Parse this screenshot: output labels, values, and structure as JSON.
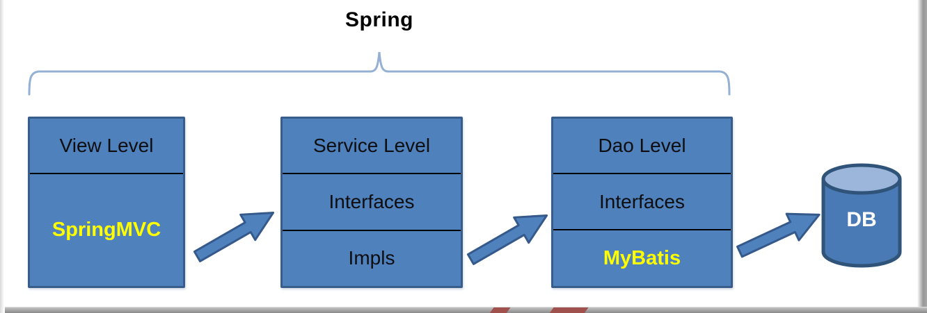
{
  "title": "Spring",
  "boxes": [
    {
      "name": "view-level",
      "rows": [
        {
          "label": "View Level",
          "emphasis": false
        },
        {
          "label": "SpringMVC",
          "emphasis": true
        }
      ]
    },
    {
      "name": "service-level",
      "rows": [
        {
          "label": "Service Level",
          "emphasis": false
        },
        {
          "label": "Interfaces",
          "emphasis": false
        },
        {
          "label": "Impls",
          "emphasis": false
        }
      ]
    },
    {
      "name": "dao-level",
      "rows": [
        {
          "label": "Dao Level",
          "emphasis": false
        },
        {
          "label": "Interfaces",
          "emphasis": false
        },
        {
          "label": "MyBatis",
          "emphasis": true
        }
      ]
    }
  ],
  "database": {
    "label": "DB"
  },
  "colors": {
    "box_fill": "#4f81bd",
    "box_border": "#385d8a",
    "row_divider": "#000000",
    "row_text": "#0e0e10",
    "emphasis_text": "#ffff00",
    "title_text": "#000000",
    "brace_stroke": "#94b0d5",
    "arrow_fill": "#4f81bd",
    "arrow_border": "#36598c",
    "cylinder_fill": "#4a7ab5",
    "cylinder_top_fill": "#9cb5da",
    "cylinder_border": "#2f5379",
    "db_text": "#ffffff",
    "shadow_gray": "#989898",
    "red_peek": "#a0504d"
  }
}
